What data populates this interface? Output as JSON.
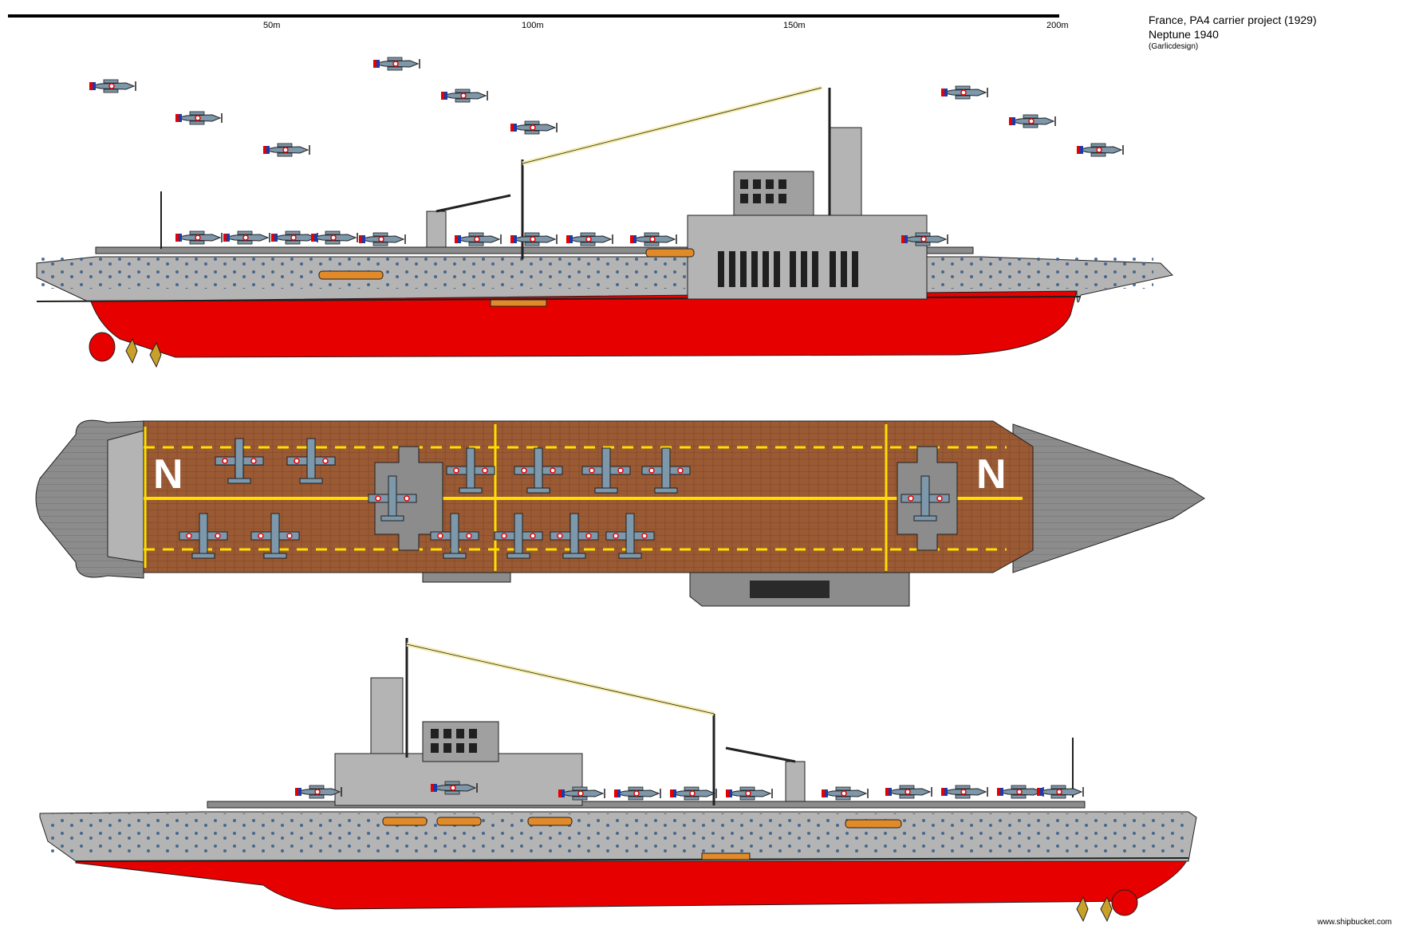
{
  "title": {
    "line1": "France, PA4 carrier project (1929)",
    "line2": "Neptune 1940",
    "line3": "(Garlicdesign)"
  },
  "scale_bar": {
    "labels": [
      "50m",
      "100m",
      "150m",
      "200m"
    ]
  },
  "deck_markings": {
    "aft_letter": "N",
    "fwd_letter": "N"
  },
  "credit": "www.shipbucket.com",
  "colors": {
    "hull_grey": "#b4b4b4",
    "hull_dark_grey": "#8c8c8c",
    "waterline_red": "#e60000",
    "deck_brown": "#9a5a34",
    "deck_yellow": "#ffdd00",
    "aircraft_blue": "#7d97ab",
    "outline": "#202020"
  },
  "icons": [
    "aircraft-icon",
    "propeller-icon",
    "crane-icon",
    "mast-icon",
    "lifeboat-icon"
  ]
}
